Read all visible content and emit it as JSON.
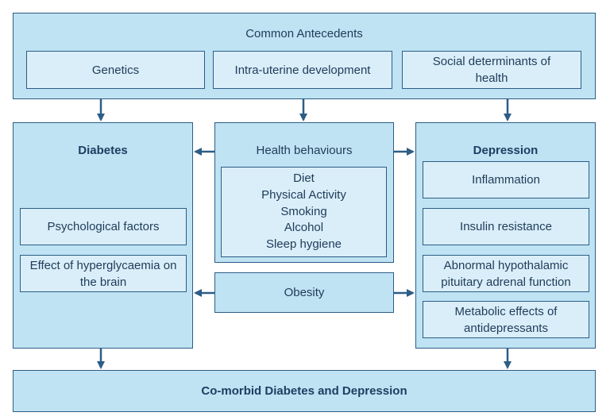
{
  "antecedents": {
    "title": "Common Antecedents",
    "items": [
      "Genetics",
      "Intra-uterine development",
      "Social determinants of health"
    ]
  },
  "diabetes": {
    "title": "Diabetes",
    "items": [
      "Psychological factors",
      "Effect of hyperglycaemia on the brain"
    ]
  },
  "health_behaviours": {
    "title": "Health behaviours",
    "items": [
      "Diet",
      "Physical Activity",
      "Smoking",
      "Alcohol",
      "Sleep hygiene"
    ]
  },
  "obesity": {
    "title": "Obesity"
  },
  "depression": {
    "title": "Depression",
    "items": [
      "Inflammation",
      "Insulin resistance",
      "Abnormal hypothalamic pituitary adrenal function",
      "Metabolic effects of antidepressants"
    ]
  },
  "comorbid": {
    "title": "Co-morbid Diabetes and Depression"
  },
  "colors": {
    "outer_fill": "#bfe3f3",
    "inner_fill": "#d9eef8",
    "border": "#2c5d86",
    "arrow": "#2c5d86"
  }
}
